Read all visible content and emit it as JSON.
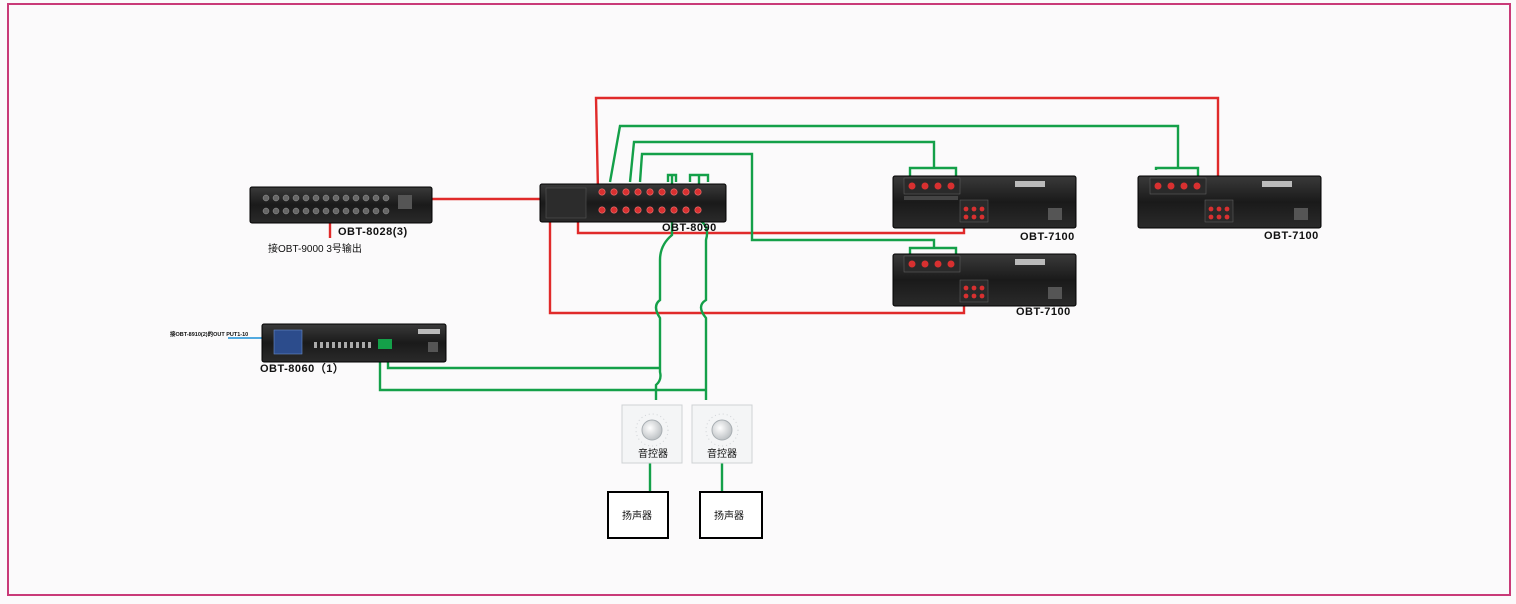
{
  "colors": {
    "border": "#c93a78",
    "red_wire": "#e02a2a",
    "green_wire": "#14a049",
    "blue_wire": "#1a8fd8",
    "device_body": "#1c1c1c"
  },
  "devices": {
    "obt8028": {
      "label": "OBT-8028(3)",
      "note": "接OBT-9000 3号输出"
    },
    "obt8090": {
      "label": "OBT-8090"
    },
    "obt7100_a": {
      "label": "OBT-7100"
    },
    "obt7100_b": {
      "label": "OBT-7100"
    },
    "obt7100_c": {
      "label": "OBT-7100"
    },
    "obt8060": {
      "label": "OBT-8060（1）",
      "input_note": "接OBT-8910(2)的OUT PUT1-10"
    }
  },
  "volume_controls": [
    {
      "label": "音控器"
    },
    {
      "label": "音控器"
    }
  ],
  "speakers": [
    {
      "label": "扬声器"
    },
    {
      "label": "扬声器"
    }
  ]
}
